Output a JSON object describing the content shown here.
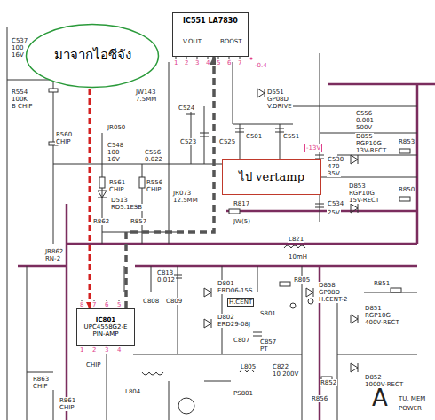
{
  "diagram": {
    "nodes": [
      {
        "text": [
          "มาจากไอซีจัง"
        ]
      },
      {
        "text": [
          "IC551 LA7830"
        ]
      },
      {
        "text": [
          "ไป vertamp"
        ]
      },
      {
        "text": [
          "IC801",
          "UPC4558G2-E",
          "PIN-AMP"
        ]
      }
    ],
    "edges": [
      {
        "from": 0,
        "to": 3,
        "arrow": "to"
      },
      {
        "from": 3,
        "to": 1,
        "arrow": "to"
      }
    ],
    "labels": [
      "C537",
      "100",
      "16V",
      "R554",
      "100K",
      "B CHIP",
      "R560",
      "CHIP",
      "JR050",
      "C548",
      "100",
      "16V",
      "R561",
      "CHIP",
      "D513",
      "RD5.1ESB",
      "JW143",
      "7.5MM",
      "C556",
      "0.022",
      "R556",
      "CHIP",
      "JR073",
      "12.5MM",
      "C524",
      "C523",
      "C525",
      "D551",
      "GP08D",
      "V.DRIVE",
      "C501",
      "C551",
      "-13V",
      "C530",
      "470",
      "35V",
      "C534",
      "25V",
      "C556",
      "0.001",
      "500V",
      "D855",
      "RGP10G",
      "13V-RECT",
      "D853",
      "RGP10G",
      "15V-RECT",
      "R853",
      "R850",
      "R817",
      "JW(5)",
      "R862",
      "R857",
      "JR862",
      "RN-2",
      "R863",
      "CHIP",
      "R861",
      "CHIP",
      "C813",
      "0.012",
      "C808",
      "C809",
      "D801",
      "ERD06-15S",
      "D802",
      "ERD29-08J",
      "C807",
      "H.CENT",
      "S801",
      "C857",
      "PT",
      "L821",
      "10mH",
      "R805",
      "D858",
      "GP08D",
      "H.CENT-2",
      "L805",
      "C822",
      "10 200V",
      "PS801",
      "R851",
      "D851",
      "RGP10G",
      "400V-RECT",
      "R852",
      "D852",
      "1000V-RECT",
      "R856",
      "L804",
      "CHIP",
      "A",
      "TU, MEM",
      "POWER",
      "V.OUT",
      "BOOST",
      "1",
      "2",
      "3",
      "4",
      "5",
      "6",
      "7",
      "8",
      "7",
      "6",
      "5",
      "1",
      "2",
      "3",
      "4",
      "-0.4"
    ]
  }
}
